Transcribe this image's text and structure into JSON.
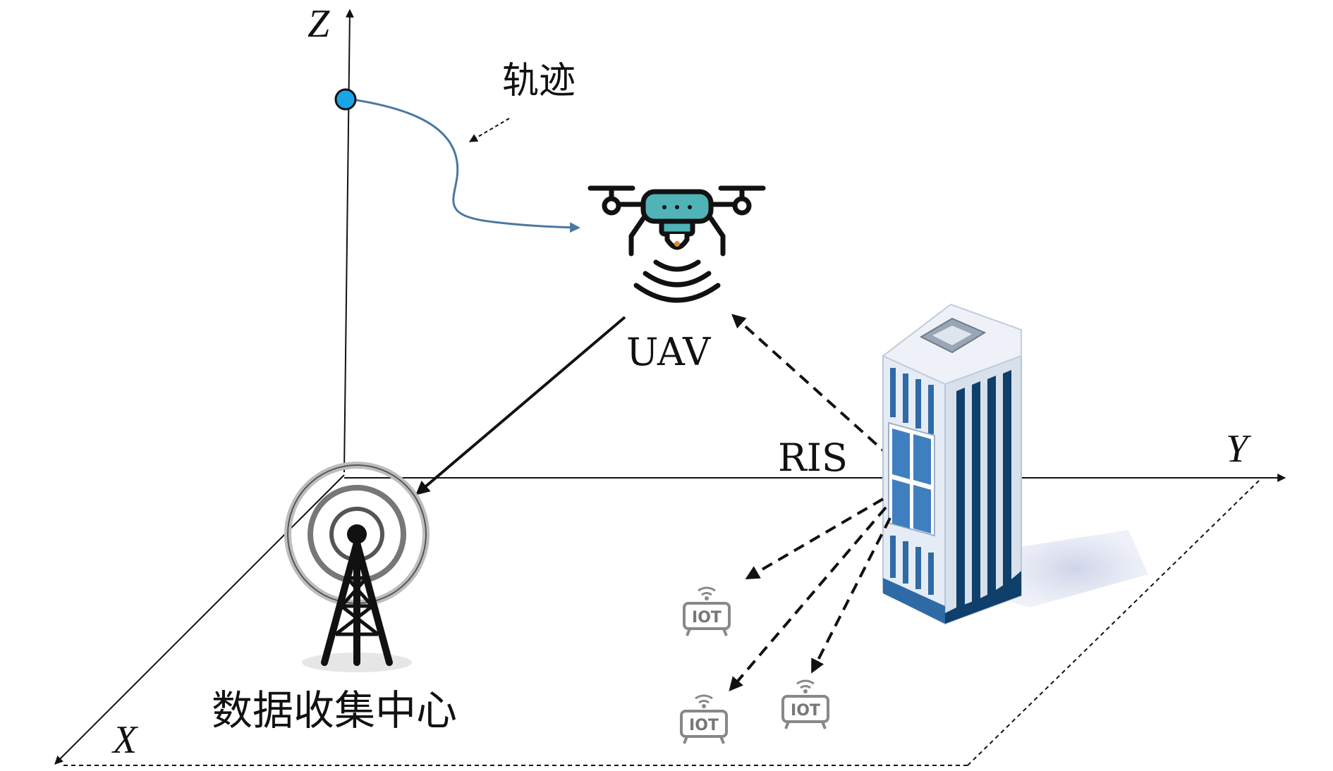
{
  "axes": {
    "x_label": "X",
    "y_label": "Y",
    "z_label": "Z"
  },
  "labels": {
    "trajectory": "轨迹",
    "uav": "UAV",
    "ris": "RIS",
    "data_center": "数据收集中心",
    "iot": "IOT"
  },
  "colors": {
    "trajectory": "#4a78a0",
    "waypoint": "#1aa6e6",
    "drone_body": "#4fb3b8",
    "building_glass": "#3f7fbf",
    "building_dark": "#0f3f6b"
  },
  "icons": [
    "drone-icon",
    "building-icon",
    "tower-icon",
    "iot-device-icon"
  ]
}
